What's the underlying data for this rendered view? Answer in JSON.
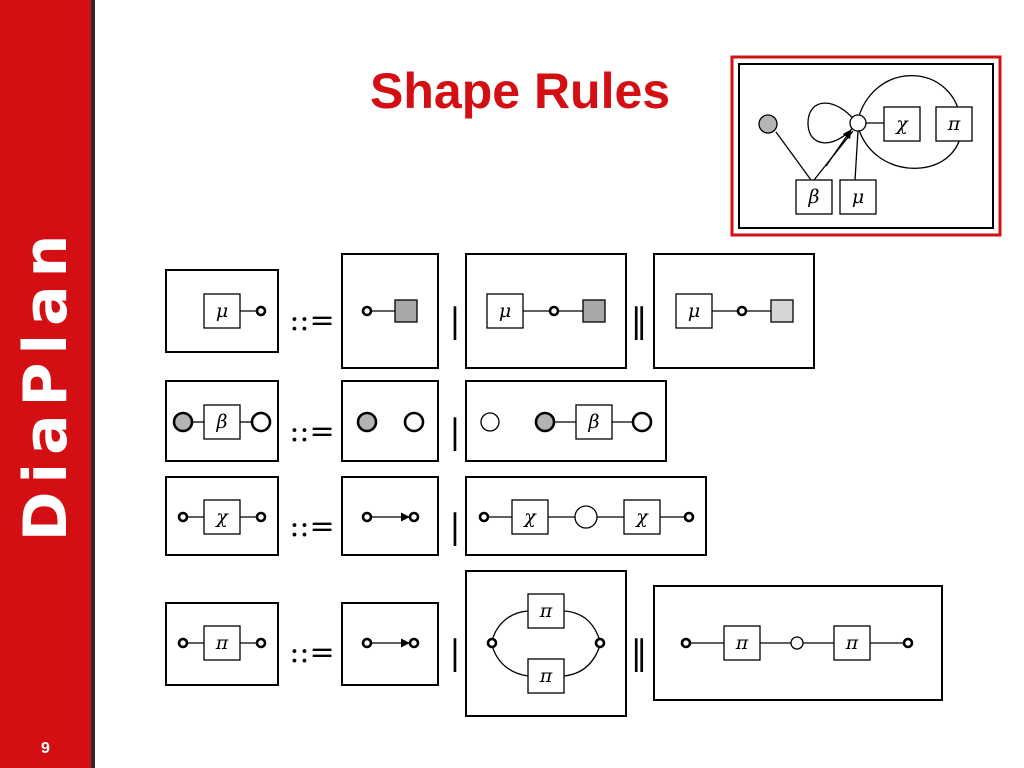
{
  "sidebar": {
    "brand": "DiaPlan",
    "page_number": "9",
    "color": "#d40f14"
  },
  "title": "Shape Rules",
  "symbols": {
    "mu": "μ",
    "beta": "β",
    "chi": "χ",
    "pi": "π"
  },
  "operators": {
    "defines": "::=",
    "alt": "|",
    "alt_double": "‖"
  }
}
